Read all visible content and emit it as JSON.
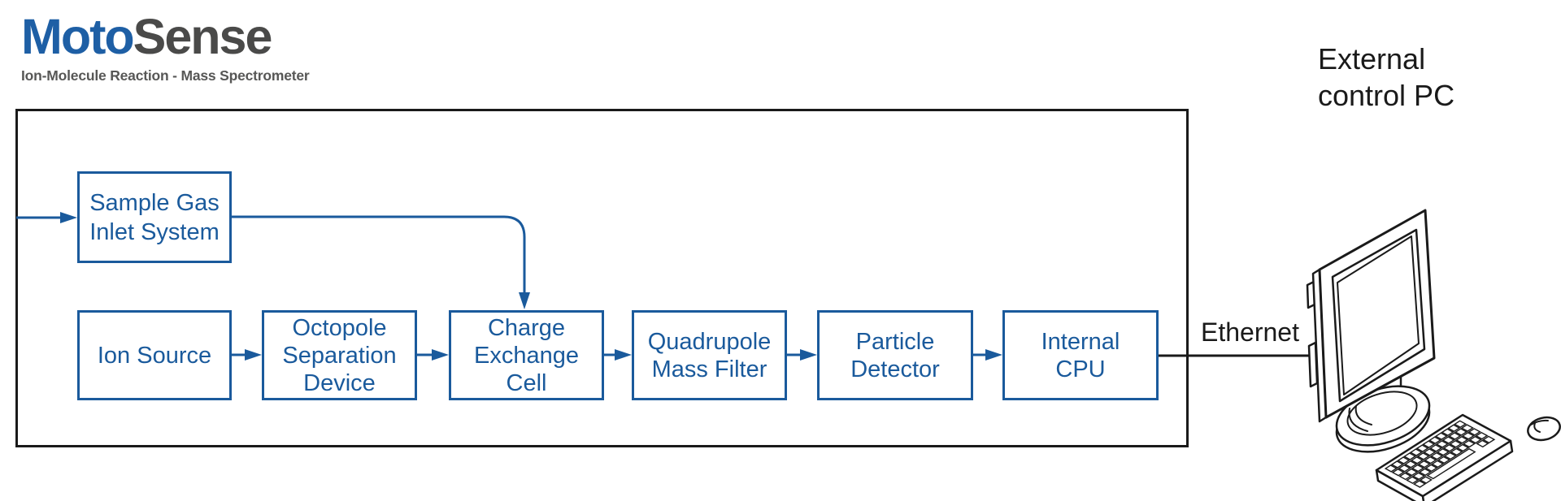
{
  "logo": {
    "brand_primary": "Moto",
    "brand_secondary": "Sense",
    "subtitle": "Ion-Molecule Reaction - Mass Spectrometer"
  },
  "labels": {
    "ethernet": "Ethernet",
    "external_pc_line1": "External",
    "external_pc_line2": "control PC"
  },
  "diagram": {
    "boxes": [
      {
        "id": "sample-gas-inlet-system",
        "lines": [
          "Sample Gas",
          "Inlet System"
        ]
      },
      {
        "id": "ion-source",
        "lines": [
          "Ion Source"
        ]
      },
      {
        "id": "octopole-separation-device",
        "lines": [
          "Octopole",
          "Separation",
          "Device"
        ]
      },
      {
        "id": "charge-exchange-cell",
        "lines": [
          "Charge",
          "Exchange",
          "Cell"
        ]
      },
      {
        "id": "quadrupole-mass-filter",
        "lines": [
          "Quadrupole",
          "Mass Filter"
        ]
      },
      {
        "id": "particle-detector",
        "lines": [
          "Particle",
          "Detector"
        ]
      },
      {
        "id": "internal-cpu",
        "lines": [
          "Internal",
          "CPU"
        ]
      }
    ],
    "illustration": [
      "monitor",
      "keyboard",
      "mouse"
    ]
  },
  "colors": {
    "accent_blue": "#1a5a9c",
    "logo_blue": "#1e5fa5",
    "text_gray": "#575756",
    "line_black": "#1a1a1a"
  }
}
